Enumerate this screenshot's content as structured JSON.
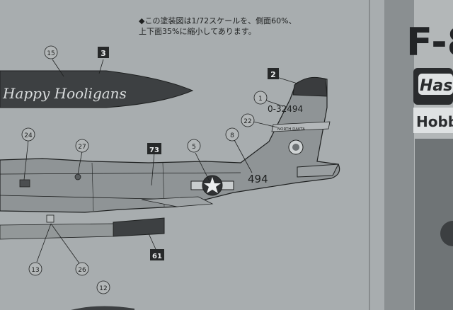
{
  "instruction_note": {
    "line1": "◆この塗装図は1/72スケールを、側面60%、",
    "line2": "上下面35%に縮小してあります。"
  },
  "fuel_tank_script": "Happy Hooligans",
  "tail": {
    "serial": "0-32494",
    "state_band": "NORTH DAKTA",
    "buzz_number": "494"
  },
  "callouts": {
    "c1": "1",
    "c5": "5",
    "c8": "8",
    "c12": "12",
    "c13": "13",
    "c15": "15",
    "c22": "22",
    "c24": "24",
    "c26": "26",
    "c27": "27"
  },
  "color_codes": {
    "b2": "2",
    "b3": "3",
    "b61": "61",
    "b73": "73"
  },
  "box_title_partial": "F-8",
  "brand_partial": "Has",
  "brand_sub_partial": "Hobb",
  "colors": {
    "paper": "#a7acae",
    "aircraft_gray": "#8f9496",
    "dark_paint": "#3a3c3e",
    "line": "#1e2020"
  }
}
